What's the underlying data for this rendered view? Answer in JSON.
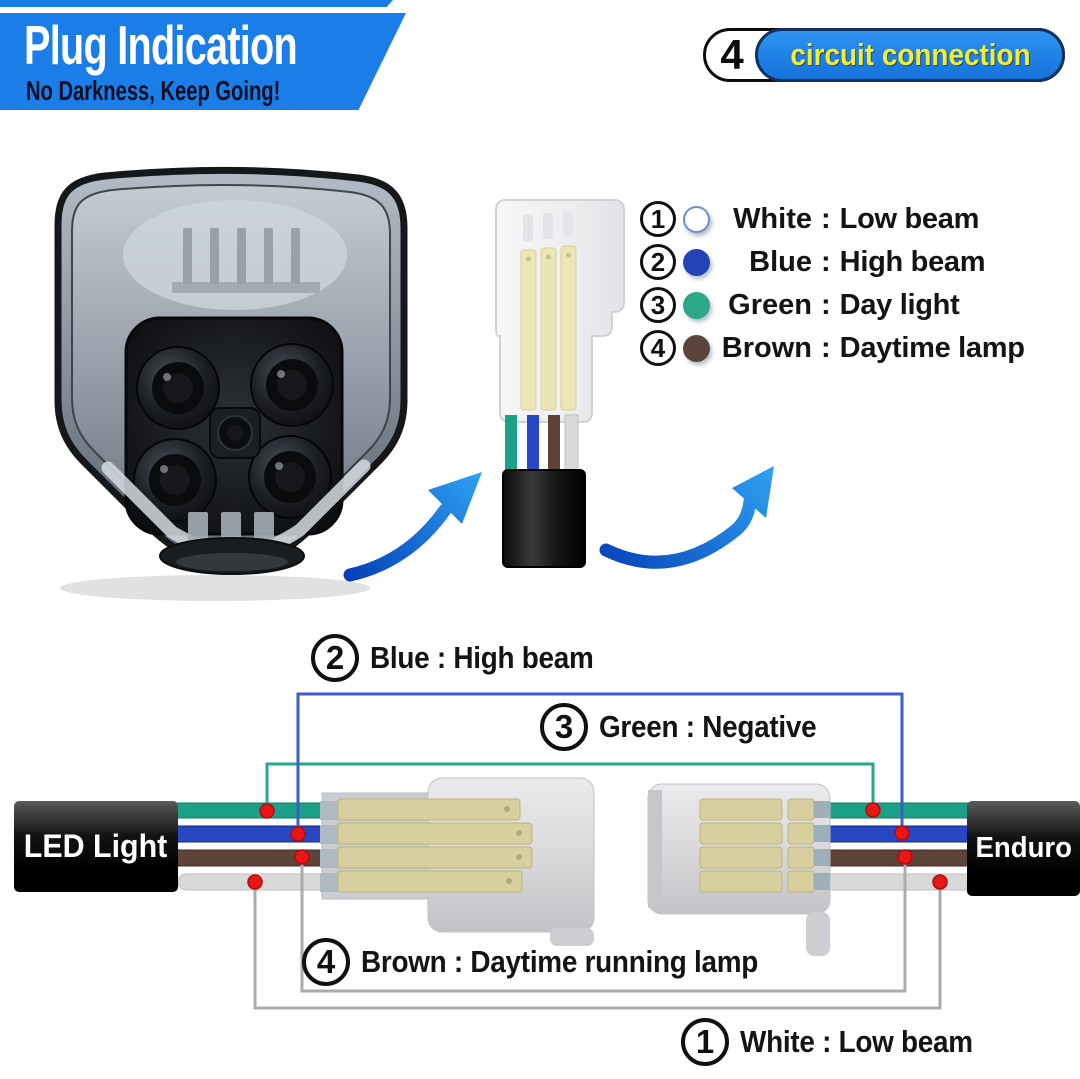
{
  "header": {
    "title": "Plug Indication",
    "subtitle": "No Darkness,  Keep Going!",
    "badge": {
      "number": "4",
      "label": "circuit connection"
    },
    "banner_color": "#1b7de8"
  },
  "legend": {
    "separator": ":",
    "items": [
      {
        "number": "1",
        "name": "White",
        "function": "Low beam",
        "swatch": "#ffffff"
      },
      {
        "number": "2",
        "name": "Blue",
        "function": "High beam",
        "swatch": "#2443b5"
      },
      {
        "number": "3",
        "name": "Green",
        "function": "Day light",
        "swatch": "#2aa887"
      },
      {
        "number": "4",
        "name": "Brown",
        "function": "Daytime lamp",
        "swatch": "#5a443a"
      }
    ]
  },
  "diagram": {
    "left_connector_label": "LED Light",
    "right_connector_label": "Enduro",
    "wire_labels": [
      {
        "number": "2",
        "text": "Blue : High beam"
      },
      {
        "number": "3",
        "text": "Green : Negative"
      },
      {
        "number": "4",
        "text": "Brown : Daytime running lamp"
      },
      {
        "number": "1",
        "text": "White : Low beam"
      }
    ],
    "wire_colors": {
      "green": "#1ba188",
      "blue": "#2747c4",
      "brown": "#5d4338",
      "white": "#d9d9d9"
    },
    "loop_colors": {
      "green": "#27a78b",
      "blue": "#3b5ec9",
      "gray": "#ababab"
    },
    "marker_color": "#e61717"
  }
}
